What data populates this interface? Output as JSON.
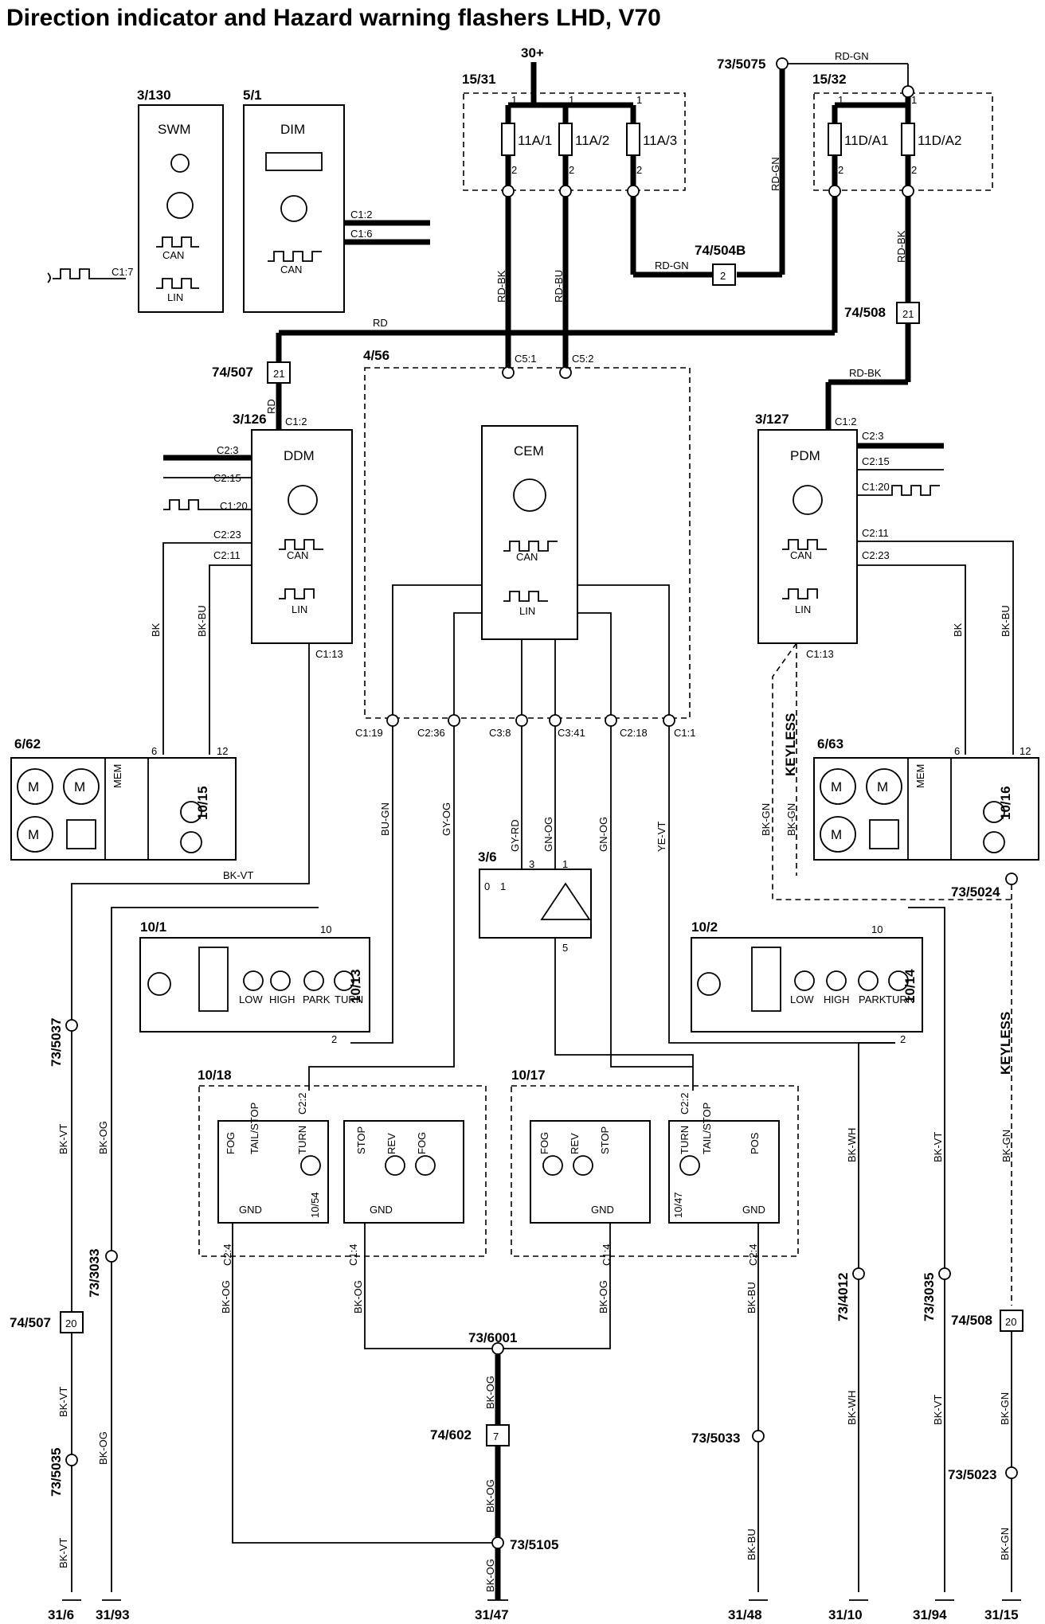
{
  "title": "Direction indicator and Hazard warning flashers LHD, V70",
  "power_label": "30+",
  "fuse_boxes": [
    {
      "id": "15/31",
      "fuses": [
        "11A/1",
        "11A/2",
        "11A/3"
      ]
    },
    {
      "id": "15/32",
      "fuses": [
        "11D/A1",
        "11D/A2"
      ]
    }
  ],
  "modules": {
    "swm": {
      "id": "3/130",
      "name": "SWM"
    },
    "dim": {
      "id": "5/1",
      "name": "DIM"
    },
    "cem": {
      "id": "4/56",
      "name": "CEM"
    },
    "ddm": {
      "id": "3/126",
      "name": "DDM"
    },
    "pdm": {
      "id": "3/127",
      "name": "PDM"
    },
    "mirror_left": {
      "id": "6/62"
    },
    "mirror_right": {
      "id": "6/63"
    },
    "hazard_switch": {
      "id": "3/6"
    },
    "headlamp_left": {
      "id": "10/1"
    },
    "headlamp_right": {
      "id": "10/2"
    },
    "rear_left": {
      "id": "10/18"
    },
    "rear_right": {
      "id": "10/17"
    }
  },
  "bus_labels": {
    "can": "CAN",
    "lin": "LIN"
  },
  "connectors": {
    "c1_7": "C1:7",
    "c1_2": "C1:2",
    "c1_6": "C1:6",
    "c5_1": "C5:1",
    "c5_2": "C5:2",
    "c2_3": "C2:3",
    "c2_15": "C2:15",
    "c1_20": "C1:20",
    "c2_23": "C2:23",
    "c2_11": "C2:11",
    "c1_13": "C1:13",
    "c1_19": "C1:19",
    "c2_36": "C2:36",
    "c3_8": "C3:8",
    "c3_41": "C3:41",
    "c2_18": "C2:18",
    "c1_1": "C1:1",
    "c2_2": "C2:2",
    "c2_4": "C2:4",
    "c1_4": "C1:4"
  },
  "splices": {
    "s5075": "73/5075",
    "s504b": "74/504B",
    "s504b_pin": "2",
    "s508a": "74/508",
    "s508a_pin": "21",
    "s507a": "74/507",
    "s507a_pin": "21",
    "s5024": "73/5024",
    "s5037": "73/5037",
    "s3033": "73/3033",
    "s507b": "74/507",
    "s507b_pin": "20",
    "s5035": "73/5035",
    "s6001": "73/6001",
    "s602": "74/602",
    "s602_pin": "7",
    "s5105": "73/5105",
    "s5033": "73/5033",
    "s4012": "73/4012",
    "s3035": "73/3035",
    "s508b": "74/508",
    "s508b_pin": "20",
    "s5023": "73/5023"
  },
  "wires": {
    "rd_gn": "RD-GN",
    "rd_bk": "RD-BK",
    "rd_bu": "RD-BU",
    "rd": "RD",
    "bk": "BK",
    "bk_bu": "BK-BU",
    "bk_vt": "BK-VT",
    "bu_gn": "BU-GN",
    "gy_og": "GY-OG",
    "gy_rd": "GY-RD",
    "gn_og": "GN-OG",
    "ye_vt": "YE-VT",
    "bk_og": "BK-OG",
    "bk_gn": "BK-GN",
    "bk_wh": "BK-WH",
    "keyless": "KEYLESS"
  },
  "lamp_labels": {
    "low": "LOW",
    "high": "HIGH",
    "park": "PARK",
    "turn": "TURN",
    "fog": "FOG",
    "tail_stop": "TAIL/STOP",
    "stop": "STOP",
    "rev": "REV",
    "pos": "POS",
    "gnd": "GND"
  },
  "mirror_labels": {
    "mirror_left_ind": "10/15",
    "mirror_right_ind": "10/16",
    "mem": "MEM",
    "headlamp_left_ind": "10/13",
    "headlamp_right_ind": "10/14",
    "rear_left_ind": "10/54",
    "rear_right_ind": "10/47"
  },
  "pins": {
    "p1": "1",
    "p2": "2",
    "p3": "3",
    "p5": "5",
    "p6": "6",
    "p10": "10",
    "p12": "12",
    "p0": "0"
  },
  "grounds": [
    "31/6",
    "31/93",
    "31/47",
    "31/48",
    "31/10",
    "31/94",
    "31/15"
  ]
}
